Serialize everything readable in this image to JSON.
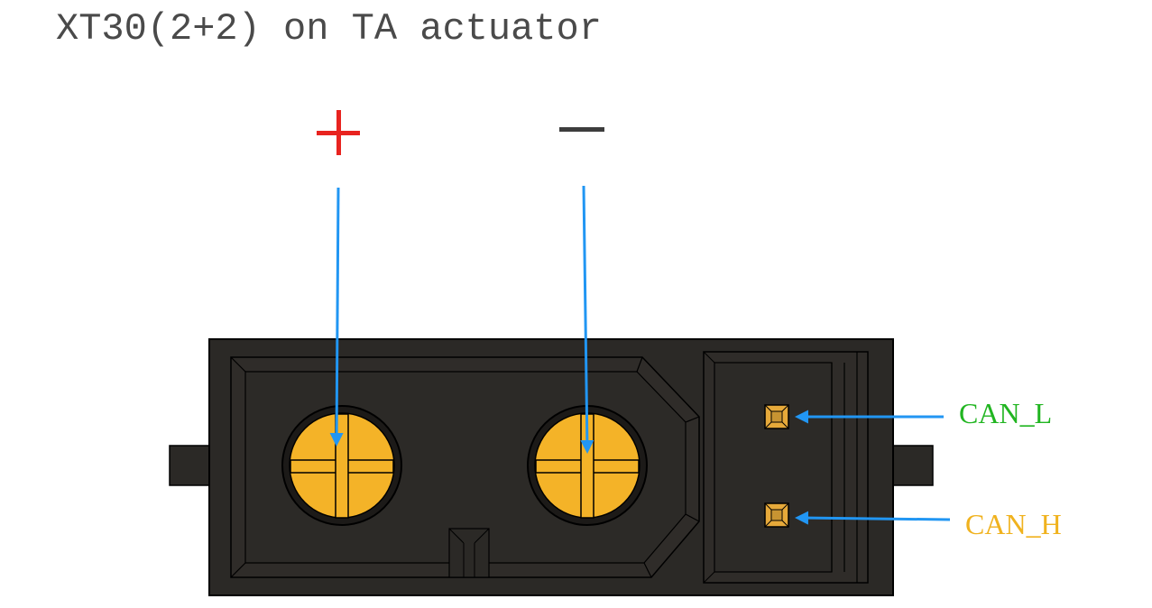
{
  "title": "XT30(2+2) on TA actuator",
  "labels": {
    "plus": "+",
    "minus": "—",
    "can_l": "CAN_L",
    "can_h": "CAN_H"
  },
  "colors": {
    "plus": "#e8231f",
    "minus": "#3d3d3d",
    "can_l": "#21b521",
    "can_h": "#f0b21e",
    "arrow": "#2196f3",
    "housing": "#2b2926",
    "terminal": "#f4b328"
  }
}
